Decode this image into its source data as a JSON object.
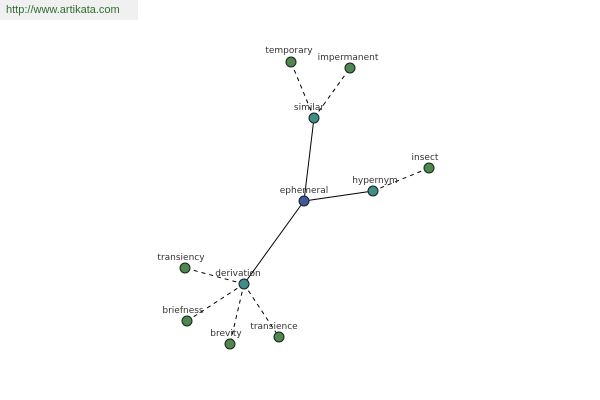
{
  "watermark": {
    "url": "http://www.artikata.com"
  },
  "colors": {
    "center_fill": "#3e59a3",
    "relation_fill": "#3a8f8a",
    "leaf_fill": "#4a8a4a",
    "edge": "#000000",
    "node_stroke": "#1f1f1f"
  },
  "graph": {
    "center": {
      "label": "ephemeral"
    },
    "relations": [
      {
        "label": "similar",
        "leaves": [
          "temporary",
          "impermanent"
        ]
      },
      {
        "label": "hypernym",
        "leaves": [
          "insect"
        ]
      },
      {
        "label": "derivation",
        "leaves": [
          "transiency",
          "briefness",
          "brevity",
          "transience"
        ]
      }
    ]
  }
}
